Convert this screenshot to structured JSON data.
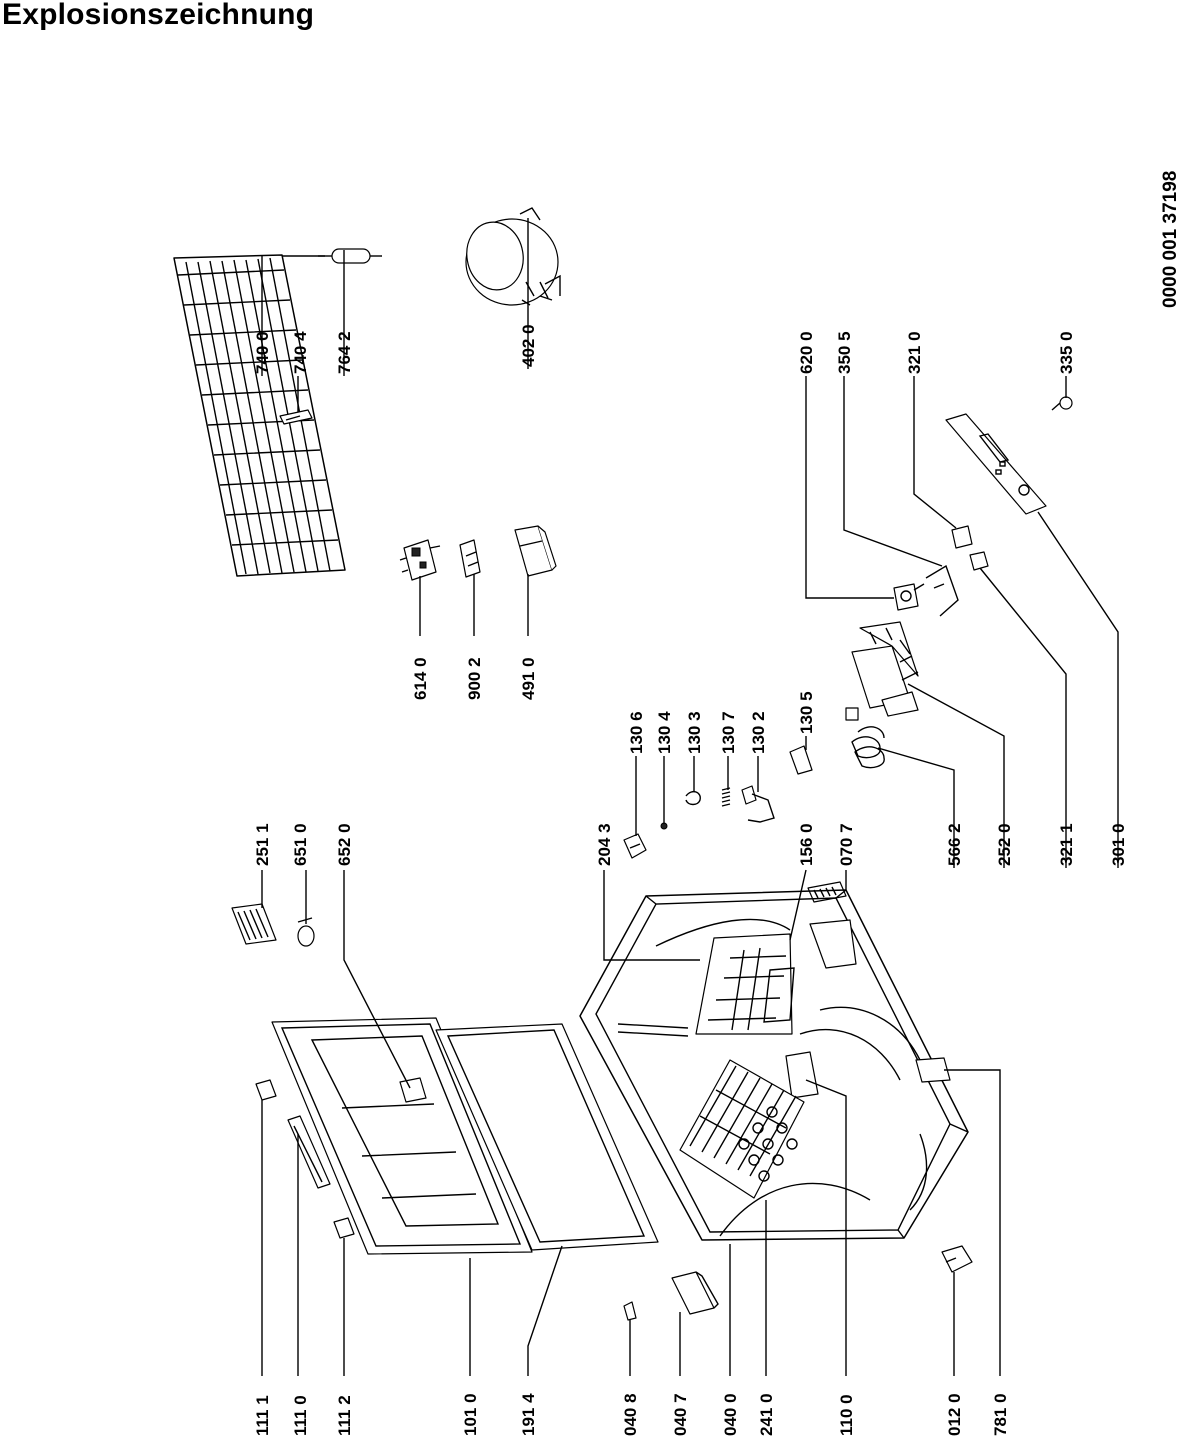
{
  "page": {
    "title": "Explosionszeichnung",
    "doc_number": "0000 001 37198"
  },
  "colors": {
    "ink": "#000000",
    "paper": "#ffffff"
  },
  "part_labels": [
    "740 0",
    "740 4",
    "764 2",
    "402 0",
    "614 0",
    "900 2",
    "491 0",
    "620 0",
    "350 5",
    "321 0",
    "335 0",
    "130 6",
    "130 4",
    "130 3",
    "130 7",
    "130 2",
    "130 5",
    "251 1",
    "651 0",
    "652 0",
    "204 3",
    "156 0",
    "070 7",
    "566 2",
    "252 0",
    "321 1",
    "301 0",
    "111 1",
    "111 0",
    "111 2",
    "101 0",
    "191 4",
    "040 8",
    "040 7",
    "040 0",
    "241 0",
    "110 0",
    "012 0",
    "781 0"
  ]
}
